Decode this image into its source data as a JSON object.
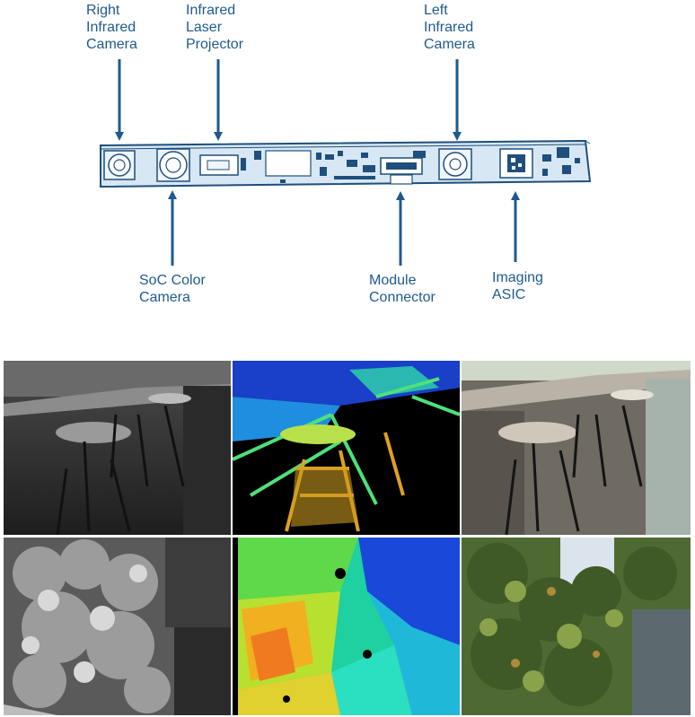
{
  "diagram": {
    "labels": {
      "right_ir_camera": [
        "Right",
        "Infrared",
        "Camera"
      ],
      "ir_laser_projector": [
        "Infrared",
        "Laser",
        "Projector"
      ],
      "left_ir_camera": [
        "Left",
        "Infrared",
        "Camera"
      ],
      "soc_color_camera": [
        "SoC Color",
        "Camera"
      ],
      "module_connector": [
        "Module",
        "Connector"
      ],
      "imaging_asic": [
        "Imaging",
        "ASIC"
      ]
    },
    "colors": {
      "label": "#1f5a8e",
      "arrow": "#1f5a8e",
      "board_fill": "#d7e7f3",
      "board_stroke": "#1f4f7c"
    }
  },
  "photos": {
    "rows": [
      [
        "ir-grayscale-balcony",
        "depth-colormap-balcony",
        "color-photo-balcony"
      ],
      [
        "ir-grayscale-tree",
        "depth-colormap-tree",
        "color-photo-tree"
      ]
    ]
  }
}
